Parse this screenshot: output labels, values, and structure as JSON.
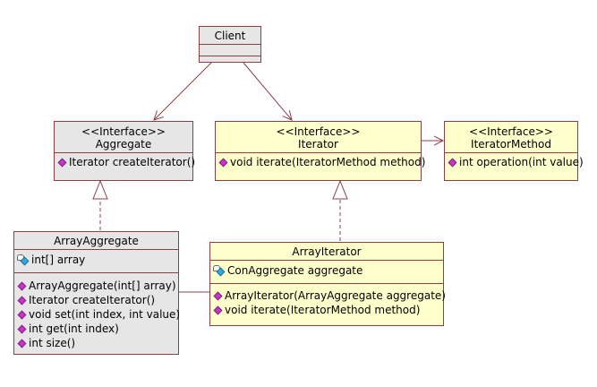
{
  "client": {
    "name": "Client"
  },
  "aggregate": {
    "stereotype": "<<Interface>>",
    "name": "Aggregate",
    "methods": [
      "Iterator createIterator()"
    ]
  },
  "iterator": {
    "stereotype": "<<Interface>>",
    "name": "Iterator",
    "methods": [
      "void iterate(IteratorMethod method)"
    ]
  },
  "iterator_method": {
    "stereotype": "<<Interface>>",
    "name": "IteratorMethod",
    "methods": [
      "int operation(int value)"
    ]
  },
  "array_aggregate": {
    "name": "ArrayAggregate",
    "attributes": [
      "int[] array"
    ],
    "methods": [
      "ArrayAggregate(int[] array)",
      "Iterator createIterator()",
      "void set(int index, int value)",
      "int get(int index)",
      "int size()"
    ]
  },
  "array_iterator": {
    "name": "ArrayIterator",
    "attributes": [
      "ConAggregate aggregate"
    ],
    "methods": [
      "ArrayIterator(ArrayAggregate aggregate)",
      "void iterate(IteratorMethod method)"
    ]
  },
  "colors": {
    "border": "#8b4048",
    "class_fill": "#e6e6e6",
    "interface_fill": "#ffffcc",
    "method_icon": "#cc33cc",
    "attribute_icon": "#33aadd"
  }
}
